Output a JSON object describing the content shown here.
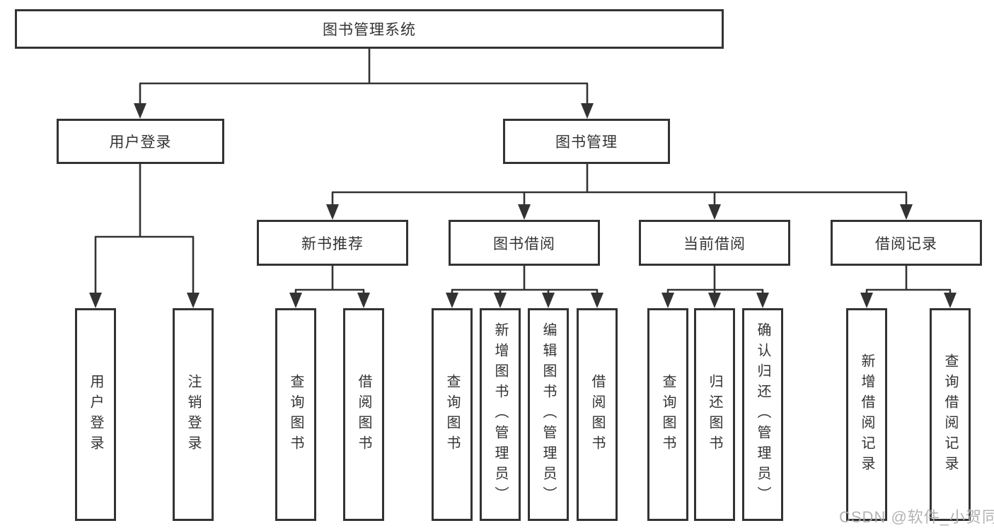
{
  "colors": {
    "line": "#333333",
    "text": "#333333",
    "background": "#ffffff",
    "watermark": "#ababab"
  },
  "watermark": "CSDN @软件_小贺同学",
  "tree": {
    "label": "图书管理系统",
    "children": [
      {
        "label": "用户登录",
        "children": [
          {
            "label": "用户登录"
          },
          {
            "label": "注销登录"
          }
        ]
      },
      {
        "label": "图书管理",
        "children": [
          {
            "label": "新书推荐",
            "children": [
              {
                "label": "查询图书"
              },
              {
                "label": "借阅图书"
              }
            ]
          },
          {
            "label": "图书借阅",
            "children": [
              {
                "label": "查询图书"
              },
              {
                "label": "新增图书（管理员）"
              },
              {
                "label": "编辑图书（管理员）"
              },
              {
                "label": "借阅图书"
              }
            ]
          },
          {
            "label": "当前借阅",
            "children": [
              {
                "label": "查询图书"
              },
              {
                "label": "归还图书"
              },
              {
                "label": "确认归还（管理员）"
              }
            ]
          },
          {
            "label": "借阅记录",
            "children": [
              {
                "label": "新增借阅记录"
              },
              {
                "label": "查询借阅记录"
              }
            ]
          }
        ]
      }
    ]
  }
}
